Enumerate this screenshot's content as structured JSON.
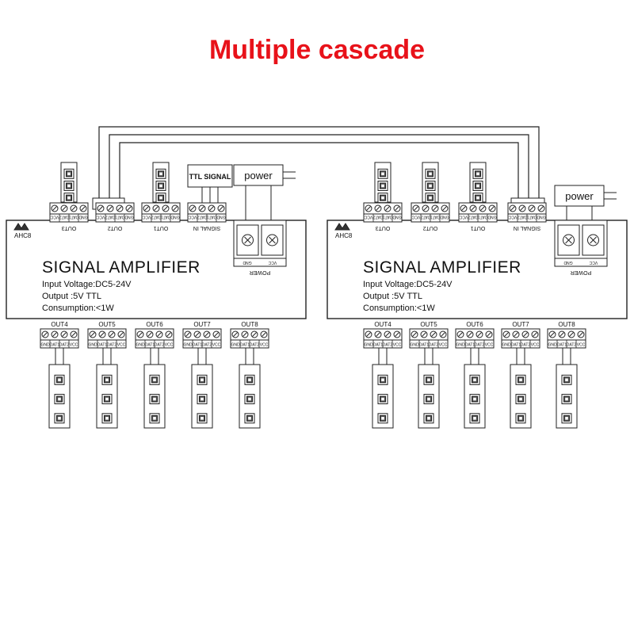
{
  "title": "Multiple cascade",
  "colors": {
    "title": "#e8121a",
    "line": "#222222"
  },
  "amplifiers": [
    {
      "brand": "AHC8",
      "heading": "SIGNAL AMPLIFIER",
      "specs": [
        "Input Voltage:DC5-24V",
        "Output :5V  TTL",
        "Consumption:<1W"
      ],
      "top_ports": [
        "OUT3",
        "OUT2",
        "OUT1",
        "SIGNAL IN"
      ],
      "bottom_ports": [
        "OUT4",
        "OUT5",
        "OUT6",
        "OUT7",
        "OUT8"
      ],
      "pins": [
        "GND",
        "DAT1",
        "DAT2",
        "VCC"
      ],
      "power_label": "power",
      "power_block_label": "POWER",
      "power_terminals": [
        "GND",
        "VCC"
      ],
      "ttl_label": "TTL  SIGNAL"
    },
    {
      "brand": "AHC8",
      "heading": "SIGNAL AMPLIFIER",
      "specs": [
        "Input Voltage:DC5-24V",
        "Output :5V  TTL",
        "Consumption:<1W"
      ],
      "top_ports": [
        "OUT3",
        "OUT2",
        "OUT1",
        "SIGNAL IN"
      ],
      "bottom_ports": [
        "OUT4",
        "OUT5",
        "OUT6",
        "OUT7",
        "OUT8"
      ],
      "pins": [
        "GND",
        "DAT1",
        "DAT2",
        "VCC"
      ],
      "power_label": "power",
      "power_block_label": "POWER",
      "power_terminals": [
        "GND",
        "VCC"
      ]
    }
  ]
}
